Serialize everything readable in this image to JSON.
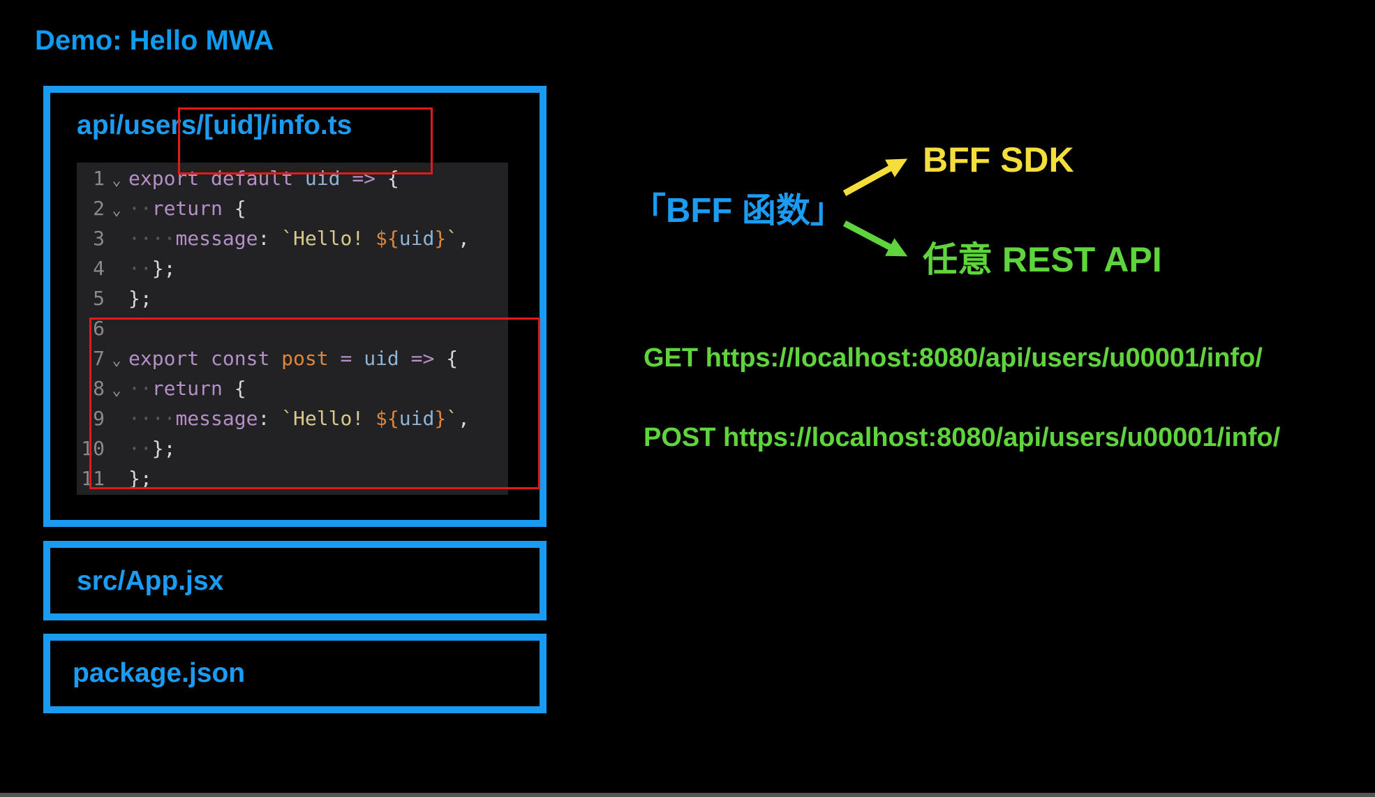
{
  "title": "Demo: Hello MWA",
  "files": {
    "api_file": "api/users/[uid]/info.ts",
    "app_file": "src/App.jsx",
    "package_file": "package.json"
  },
  "code": {
    "line_numbers": [
      "1",
      "2",
      "3",
      "4",
      "5",
      "6",
      "7",
      "8",
      "9",
      "10",
      "11"
    ],
    "chevron": "⌄",
    "indent1": "··",
    "indent2": "···",
    "indent_mid": "·",
    "kw_export": "export",
    "kw_default": "default",
    "kw_const": "const",
    "kw_return": "return",
    "fn_post": "post",
    "param_uid": "uid",
    "arrow": "=>",
    "equals": "=",
    "brace_open": "{",
    "brace_close": "};",
    "prop_message": "message",
    "colon": ":",
    "str_prefix": "`Hello! ",
    "tpl_open": "${",
    "tpl_close": "}",
    "str_suffix": "`",
    "comma": ","
  },
  "diagram": {
    "bff_function": "「BFF 函数」",
    "bff_sdk": "BFF SDK",
    "rest_api": "任意 REST API"
  },
  "requests": {
    "get": "GET https://localhost:8080/api/users/u00001/info/",
    "post": "POST https://localhost:8080/api/users/u00001/info/"
  },
  "colors": {
    "accent_blue": "#1b9cf2",
    "highlight_red": "#e21a1a",
    "sdk_yellow": "#f5dd3c",
    "rest_green": "#5fd43c"
  }
}
